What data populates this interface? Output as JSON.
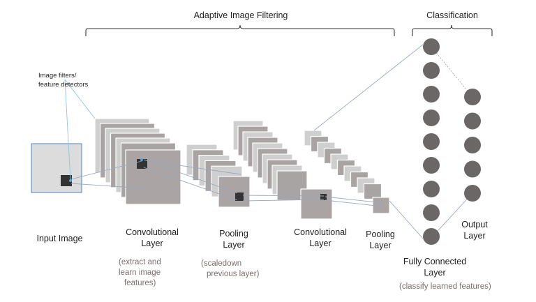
{
  "diagram": {
    "brace_labels": {
      "adaptive": "Adaptive Image Filtering",
      "classification": "Classification"
    },
    "annotations": {
      "filters_line1": "Image filters/",
      "filters_line2": "feature detectors"
    },
    "stages": {
      "input": "Input Image",
      "conv1": [
        "Convolutional",
        "Layer"
      ],
      "conv1_note": [
        "(extract and",
        "learn image",
        "features)"
      ],
      "pool1": [
        "Pooling",
        "Layer"
      ],
      "pool1_note": [
        "(scaledown",
        "previous layer)"
      ],
      "conv2": [
        "Convolutional",
        "Layer"
      ],
      "pool2": [
        "Pooling",
        "Layer"
      ],
      "fc": [
        "Fully Connected",
        "Layer"
      ],
      "fc_note": "(classify learned features)",
      "output": [
        "Output",
        "Layer"
      ]
    },
    "network": {
      "fc_nodes": 9,
      "output_nodes": 5
    },
    "colors": {
      "node": "#6b6767",
      "feature_map": "#aaa4a4",
      "map_light": "#dcdcdc",
      "filter": "#333333",
      "line": "#9aa8bc",
      "filter_line": "#8ec6de",
      "brace": "#333333"
    }
  }
}
